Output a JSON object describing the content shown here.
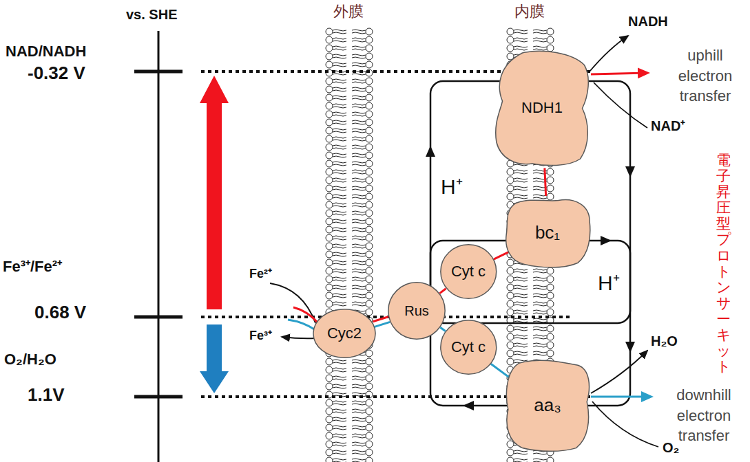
{
  "diagram": {
    "nodes": [
      {
        "text": [
          "NDH1"
        ]
      },
      {
        "text": [
          "bc₁"
        ]
      },
      {
        "text": [
          "Cyt c"
        ]
      },
      {
        "text": [
          "Cyc2"
        ]
      },
      {
        "text": [
          "Rus"
        ]
      },
      {
        "text": [
          "Cyt c"
        ]
      },
      {
        "text": [
          "aa₃"
        ]
      }
    ],
    "edges": [
      {
        "from": 3,
        "to": 4,
        "arrow": "none"
      },
      {
        "from": 4,
        "to": 2,
        "arrow": "none"
      },
      {
        "from": 2,
        "to": 1,
        "arrow": "none"
      },
      {
        "from": 1,
        "to": 0,
        "arrow": "none"
      },
      {
        "from": 3,
        "to": 4,
        "arrow": "none"
      },
      {
        "from": 4,
        "to": 5,
        "arrow": "none"
      },
      {
        "from": 5,
        "to": 6,
        "arrow": "none"
      }
    ],
    "labels": [
      "vs. SHE",
      "NAD/NADH",
      "-0.32 V",
      "Fe³⁺/Fe²⁺",
      "0.68 V",
      "O₂/H₂O",
      "1.1V",
      "外膜",
      "内膜",
      "NADH",
      "uphill electron transfer",
      "NAD⁺",
      "電子昇圧型プロトンサーキット",
      "H⁺",
      "H⁺",
      "Fe²⁺",
      "Fe³⁺",
      "H₂O",
      "downhill electron transfer",
      "O₂"
    ]
  }
}
